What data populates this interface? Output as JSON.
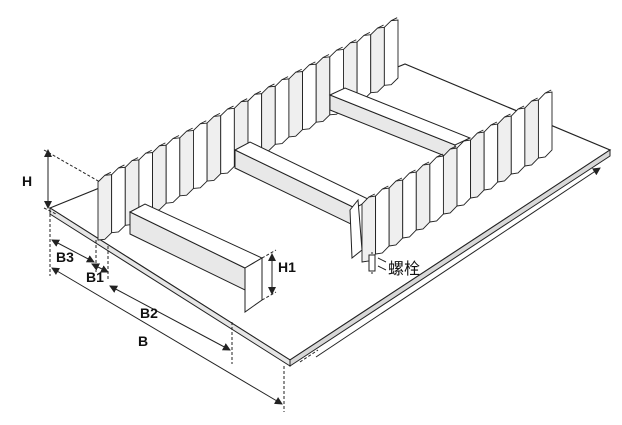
{
  "diagram": {
    "labels": {
      "H": "H",
      "B3": "B3",
      "B1": "B1",
      "H1": "H1",
      "B2": "B2",
      "B": "B",
      "bolt": "螺栓"
    },
    "colors": {
      "line": "#222222",
      "fill": "#ffffff",
      "shade": "#d9d9d9"
    }
  }
}
